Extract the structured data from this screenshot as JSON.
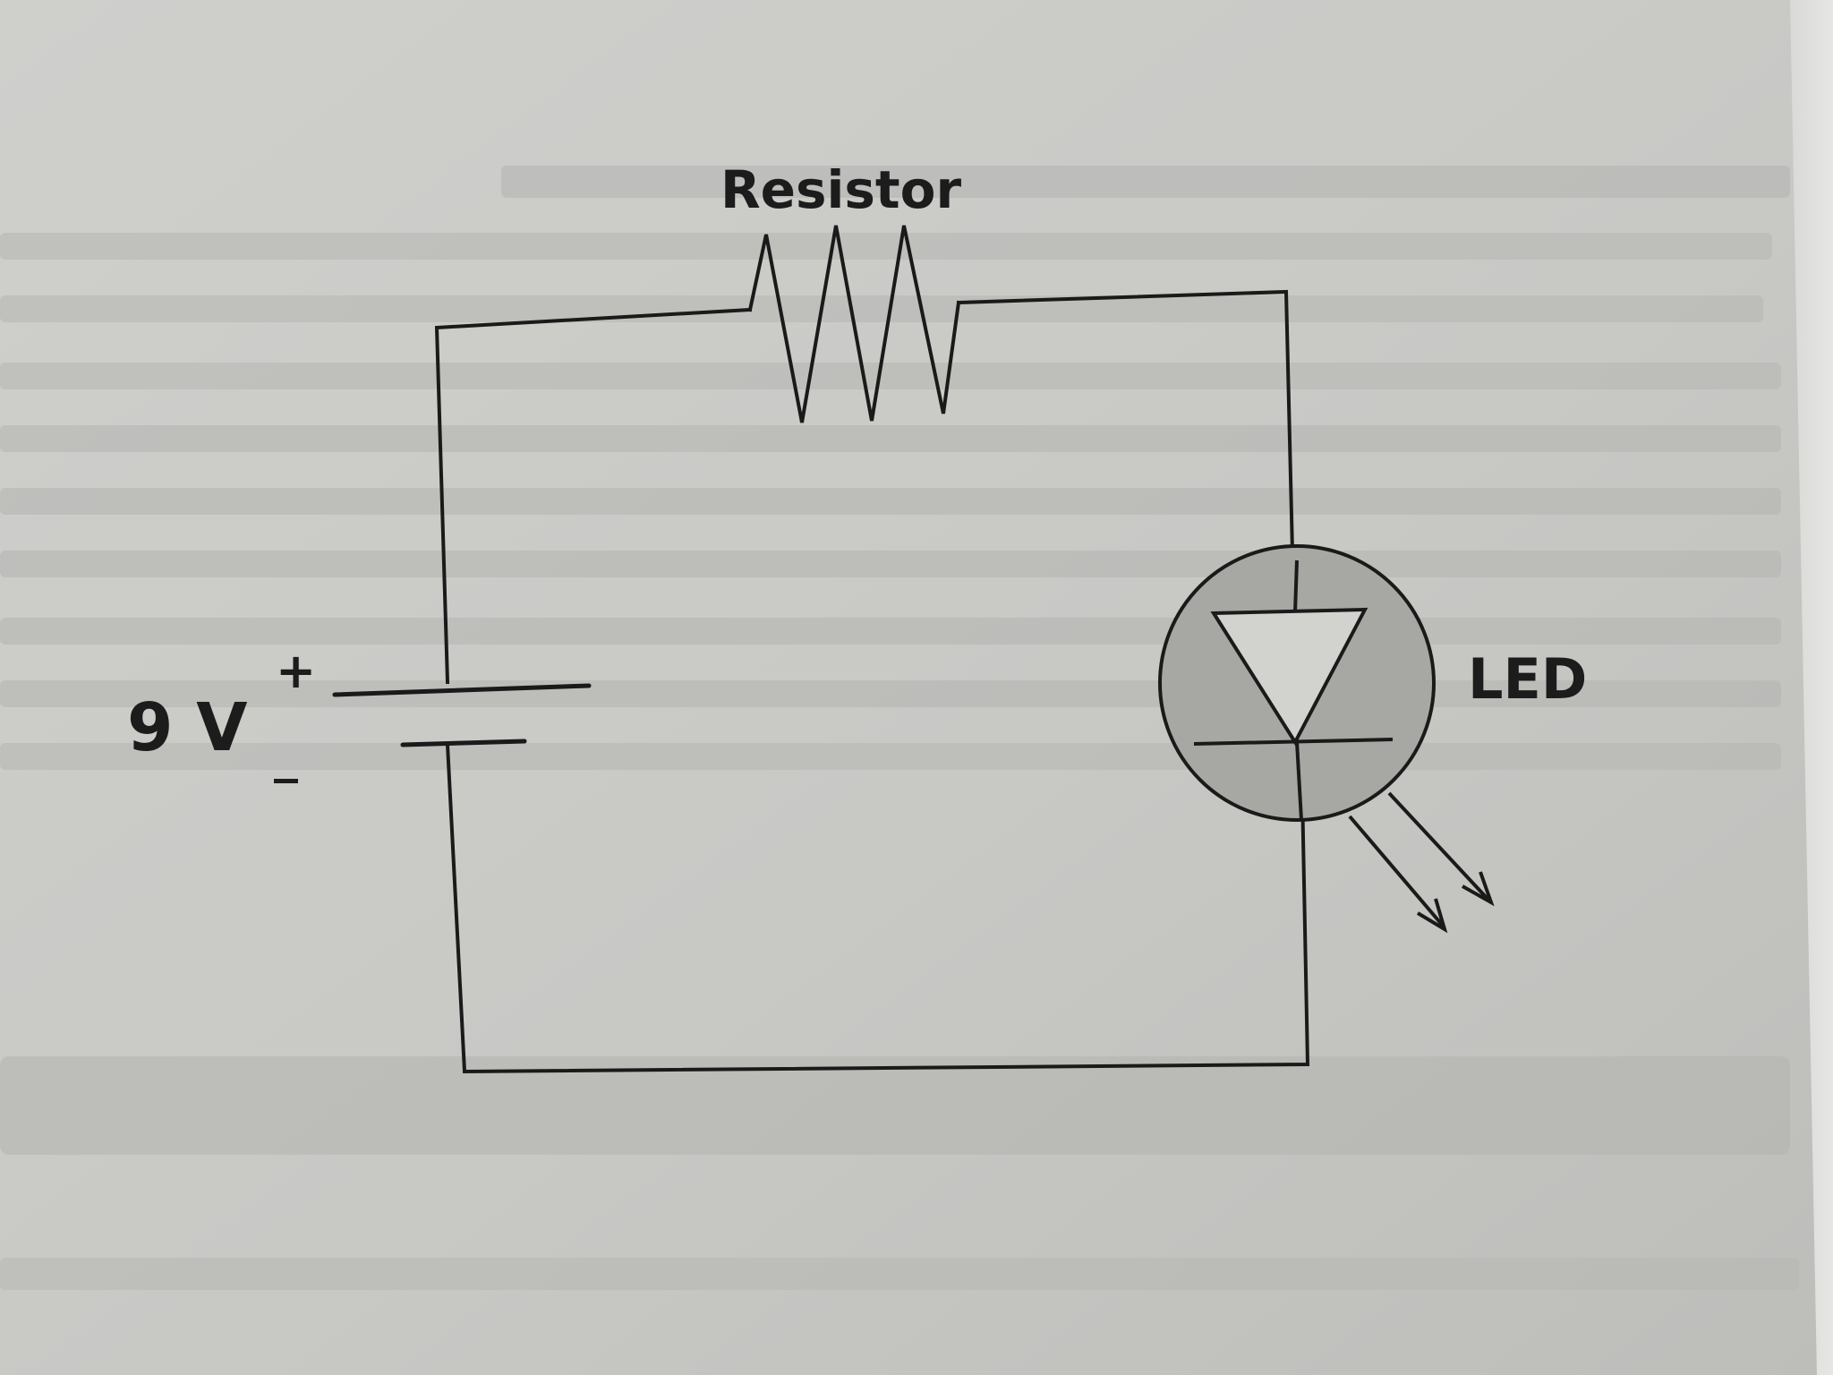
{
  "diagram": {
    "resistor": {
      "label": "Resistor"
    },
    "battery": {
      "voltage_label": "9 V",
      "plus_sign": "+",
      "minus_sign": "_"
    },
    "led": {
      "label": "LED"
    }
  },
  "colors": {
    "paper": "#c9c9c6",
    "ink": "#1a1a1a",
    "led_fill": "#a7a7a4",
    "bleed_through": "#a9a9a6"
  },
  "icons": {
    "resistor": "zigzag-resistor-symbol",
    "battery": "battery-cell-symbol",
    "led": "light-emitting-diode-symbol",
    "light_rays": "double-arrow-rays"
  }
}
